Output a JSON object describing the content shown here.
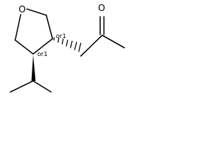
{
  "molecule": {
    "atoms": {
      "ring_oxygen": "O",
      "carbonyl_oxygen": "O"
    },
    "stereo_labels": {
      "c3": "or1",
      "c4": "or1"
    },
    "colors": {
      "bond": "#000000",
      "background": "#ffffff"
    }
  }
}
